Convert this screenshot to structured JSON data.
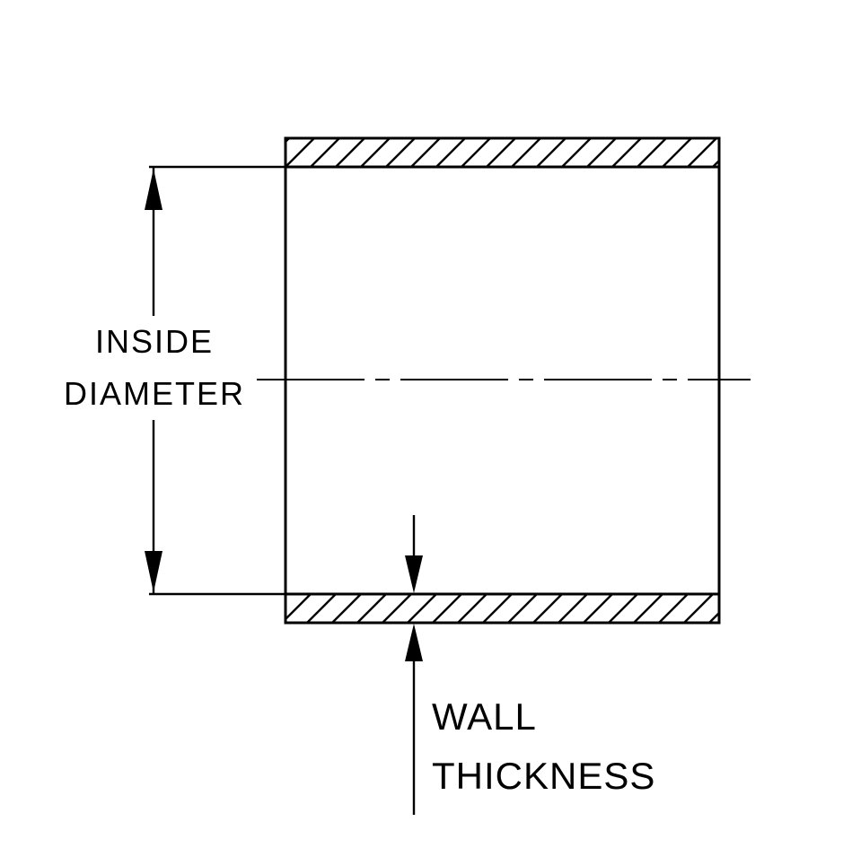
{
  "diagram": {
    "type": "technical-drawing-tube-cross-section",
    "background_color": "#ffffff",
    "line_color": "#000000",
    "labels": {
      "inside_line1": "INSIDE",
      "inside_line2": "DIAMETER",
      "wall_line1": "WALL",
      "wall_line2": "THICKNESS"
    }
  }
}
